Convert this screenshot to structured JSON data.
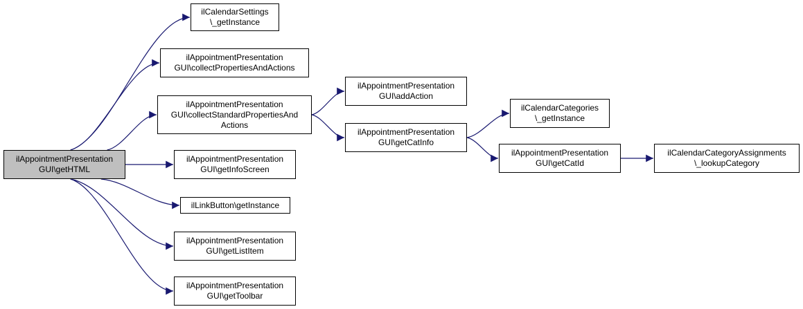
{
  "colors": {
    "edge": "#191970",
    "border": "#000000",
    "root_fill": "#bfbfbf",
    "node_fill": "#ffffff"
  },
  "nodes": {
    "root": "ilAppointmentPresentation\nGUI\\getHTML",
    "cal_settings": "ilCalendarSettings\n\\_getInstance",
    "collect_props": "ilAppointmentPresentation\nGUI\\collectPropertiesAndActions",
    "collect_std": "ilAppointmentPresentation\nGUI\\collectStandardPropertiesAnd\nActions",
    "info_screen": "ilAppointmentPresentation\nGUI\\getInfoScreen",
    "link_button": "ilLinkButton\\getInstance",
    "list_item": "ilAppointmentPresentation\nGUI\\getListItem",
    "toolbar": "ilAppointmentPresentation\nGUI\\getToolbar",
    "add_action": "ilAppointmentPresentation\nGUI\\addAction",
    "cat_info": "ilAppointmentPresentation\nGUI\\getCatInfo",
    "cal_categories": "ilCalendarCategories\n\\_getInstance",
    "cat_id": "ilAppointmentPresentation\nGUI\\getCatId",
    "lookup_category": "ilCalendarCategoryAssignments\n\\_lookupCategory"
  },
  "edges": [
    [
      "root",
      "cal_settings"
    ],
    [
      "root",
      "collect_props"
    ],
    [
      "root",
      "collect_std"
    ],
    [
      "root",
      "info_screen"
    ],
    [
      "root",
      "link_button"
    ],
    [
      "root",
      "list_item"
    ],
    [
      "root",
      "toolbar"
    ],
    [
      "collect_std",
      "add_action"
    ],
    [
      "collect_std",
      "cat_info"
    ],
    [
      "cat_info",
      "cal_categories"
    ],
    [
      "cat_info",
      "cat_id"
    ],
    [
      "cat_id",
      "lookup_category"
    ]
  ]
}
